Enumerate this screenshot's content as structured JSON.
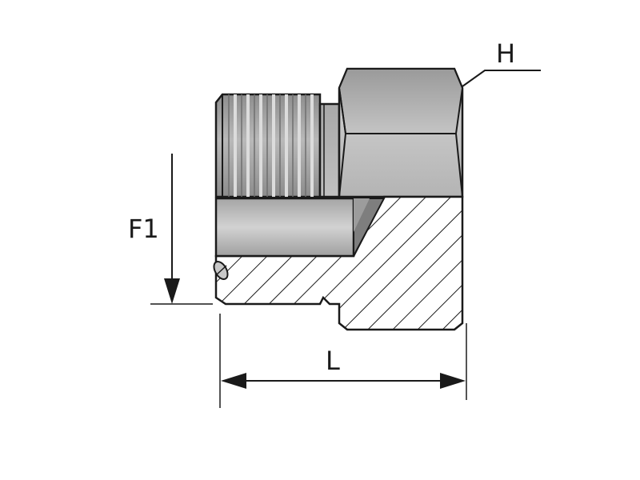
{
  "labels": {
    "hex": "H",
    "thread": "F1",
    "length": "L"
  },
  "colors": {
    "outline": "#1a1a1a",
    "body_light": "#c8c8c8",
    "body_mid": "#a8a8a8",
    "body_dark": "#8a8a8a",
    "hatch": "#1a1a1a",
    "background": "#ffffff"
  }
}
